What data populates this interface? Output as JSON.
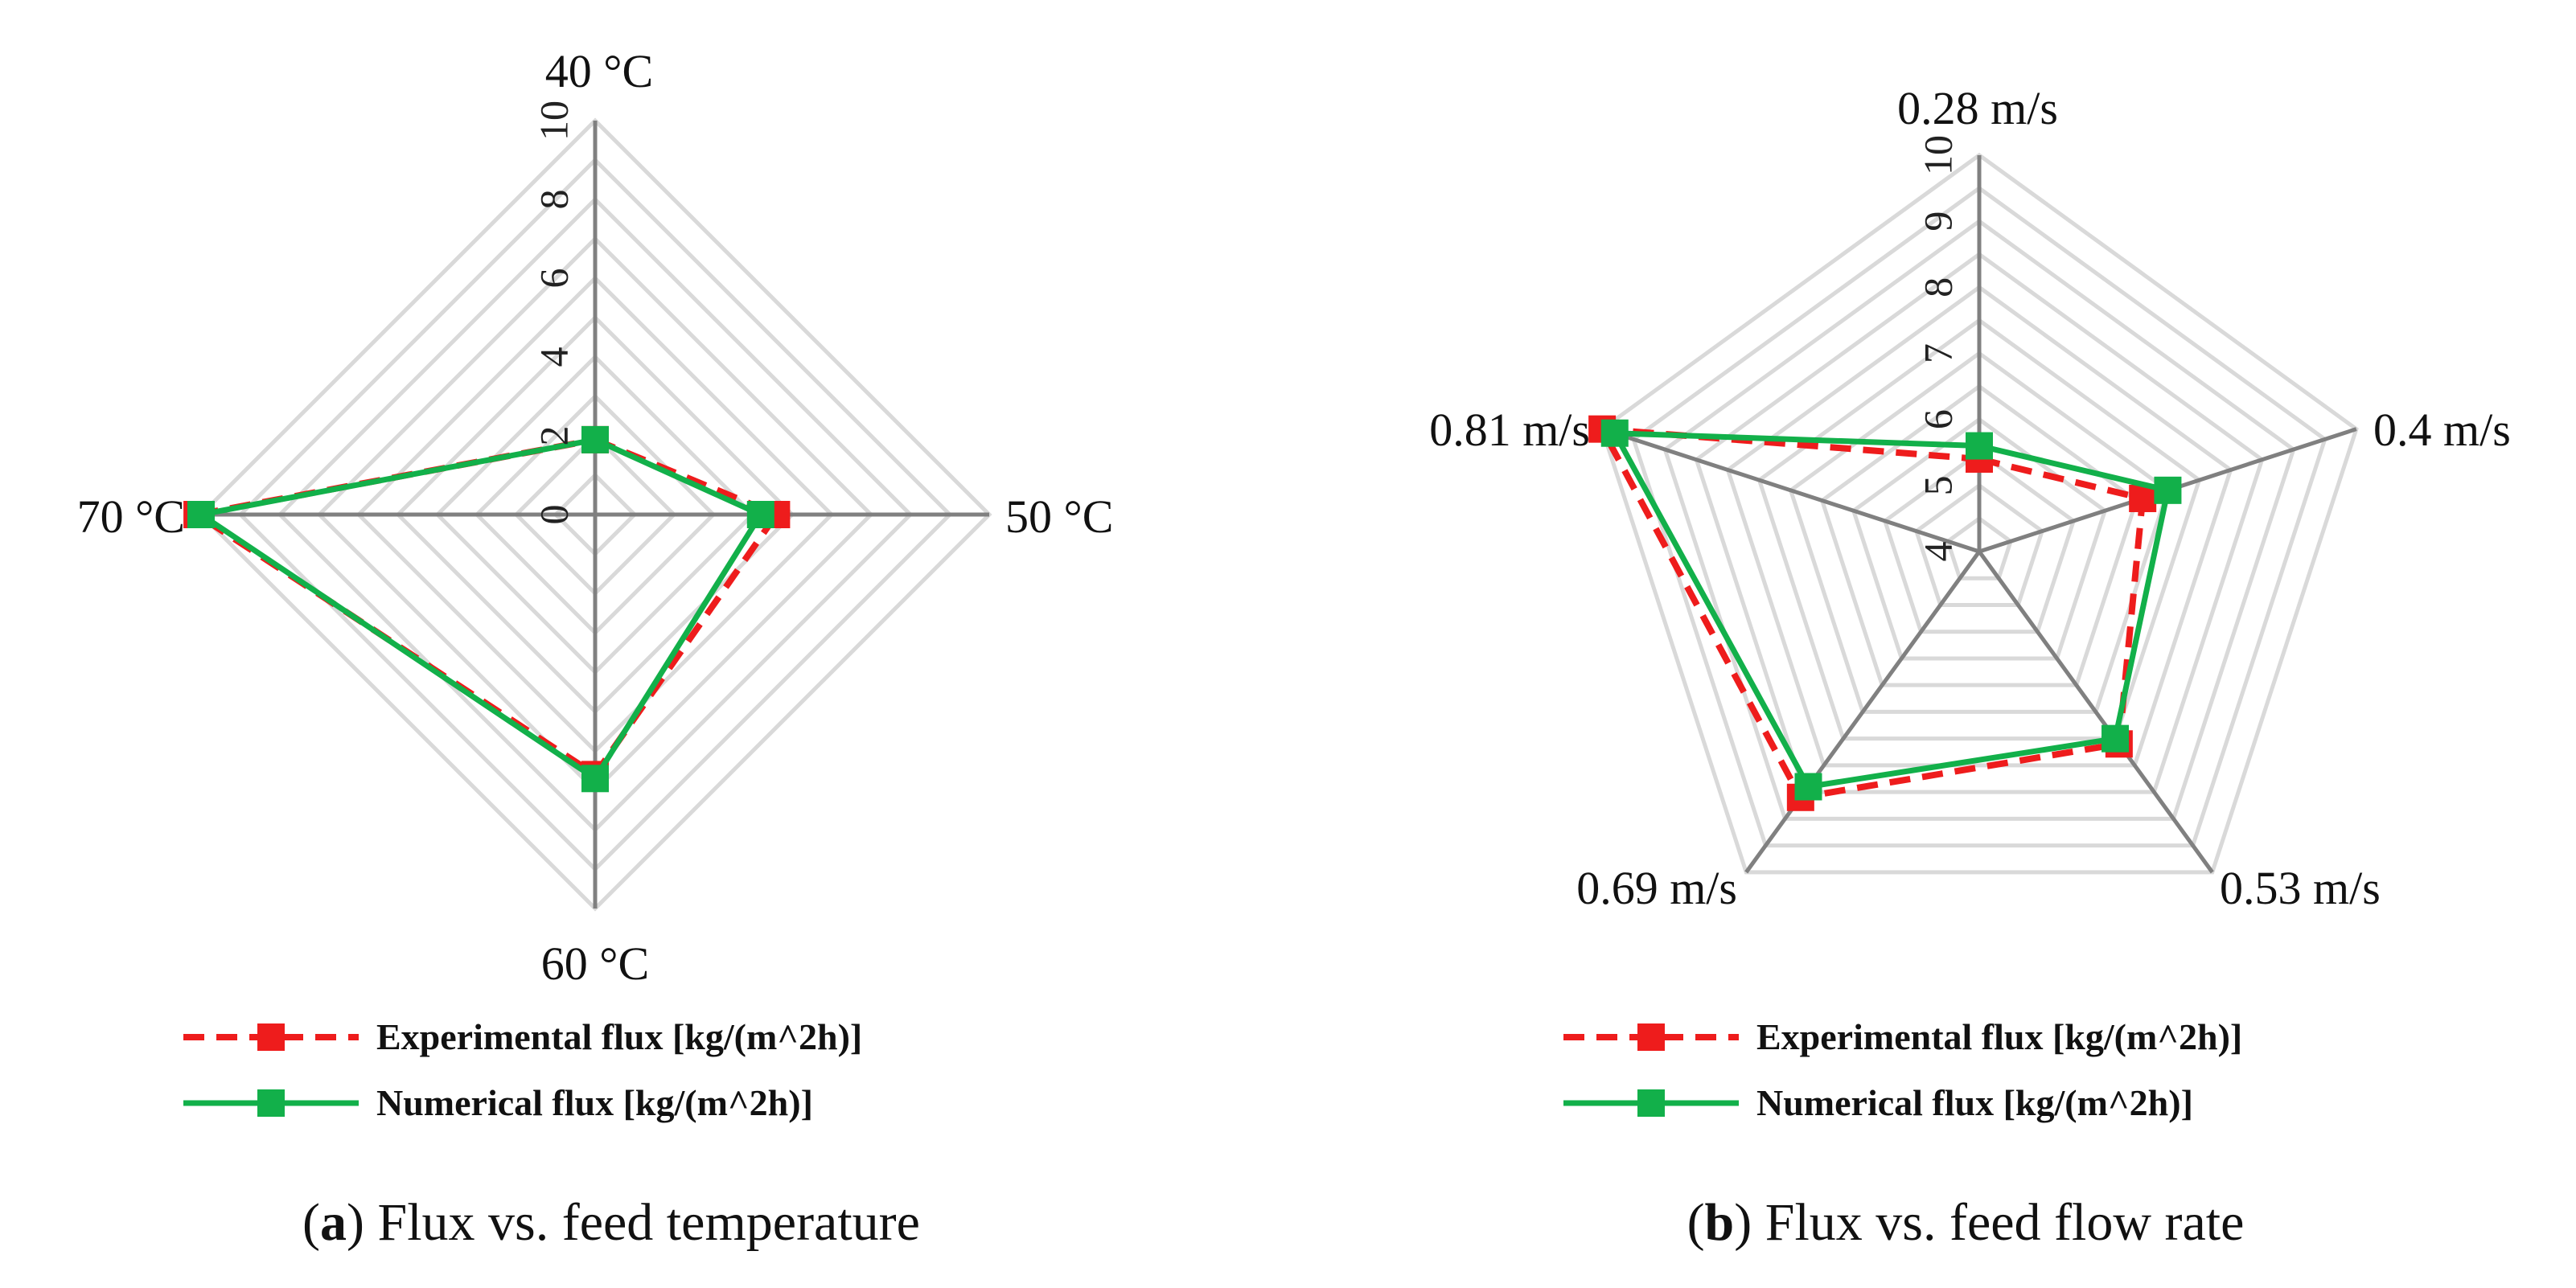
{
  "chart_data": [
    {
      "type": "radar",
      "caption_letter": "a",
      "caption_text": " Flux vs. feed temperature",
      "categories": [
        "40 °C",
        "50 °C",
        "60 °C",
        "70 °C"
      ],
      "rmin": 0,
      "rmax": 10,
      "ticks": [
        "0",
        "2",
        "4",
        "6",
        "8",
        "10"
      ],
      "tick_values": [
        0,
        2,
        4,
        6,
        8,
        10
      ],
      "grid_levels": [
        1,
        2,
        3,
        4,
        5,
        6,
        7,
        8,
        9,
        10
      ],
      "series": [
        {
          "name": "Experimental flux [kg/(m^2h)]",
          "values": [
            1.9,
            4.6,
            6.6,
            10.1
          ],
          "color": "#ee1c1c",
          "dash": true
        },
        {
          "name": "Numerical flux [kg/(m^2h)]",
          "values": [
            1.9,
            4.2,
            6.7,
            10.0
          ],
          "color": "#12b04a",
          "dash": false
        }
      ],
      "legend_position": "bottom",
      "grid": true
    },
    {
      "type": "radar",
      "caption_letter": "b",
      "caption_text": " Flux vs. feed flow rate",
      "categories": [
        "0.28 m/s",
        "0.4 m/s",
        "0.53 m/s",
        "0.69 m/s",
        "0.81 m/s"
      ],
      "rmin": 4,
      "rmax": 10,
      "ticks": [
        "4",
        "5",
        "6",
        "7",
        "8",
        "9",
        "10"
      ],
      "tick_values": [
        4,
        5,
        6,
        7,
        8,
        9,
        10
      ],
      "grid_levels": [
        4.5,
        5,
        5.5,
        6,
        6.5,
        7,
        7.5,
        8,
        8.5,
        9,
        9.5,
        10
      ],
      "series": [
        {
          "name": "Experimental flux [kg/(m^2h)]",
          "values": [
            5.4,
            6.6,
            7.6,
            8.6,
            10.0
          ],
          "color": "#ee1c1c",
          "dash": true
        },
        {
          "name": "Numerical flux [kg/(m^2h)]",
          "values": [
            5.6,
            7.0,
            7.5,
            8.4,
            9.8
          ],
          "color": "#12b04a",
          "dash": false
        }
      ],
      "legend_position": "bottom",
      "grid": true
    }
  ]
}
